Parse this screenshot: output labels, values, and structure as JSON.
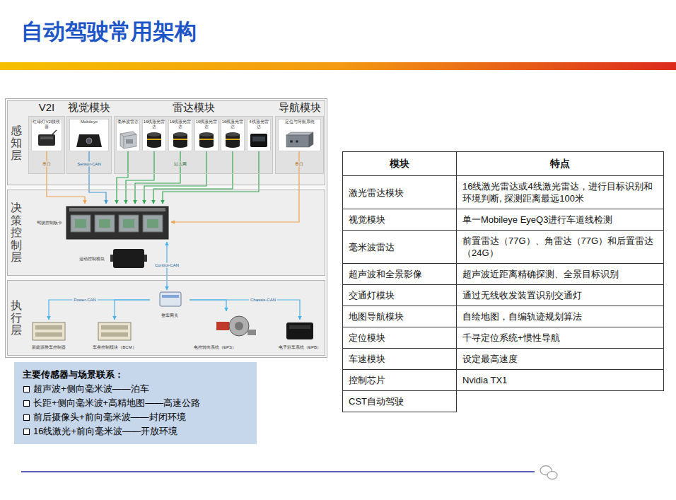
{
  "diagram": {
    "title": "自动驾驶常用架构",
    "nodes": [
      {
        "text": [
          "感知层"
        ]
      },
      {
        "text": [
          "V2I"
        ],
        "in": 0
      },
      {
        "text": [
          "红绿灯V2I接收器"
        ],
        "in": 1
      },
      {
        "text": [
          "视觉模块"
        ],
        "in": 0
      },
      {
        "text": [
          "Mobileye"
        ],
        "in": 3
      },
      {
        "text": [
          "雷达模块"
        ],
        "in": 0
      },
      {
        "text": [
          "毫米波雷达"
        ],
        "in": 5
      },
      {
        "text": [
          "16线激光雷达"
        ],
        "in": 5
      },
      {
        "text": [
          "16线激光雷达"
        ],
        "in": 5
      },
      {
        "text": [
          "16线激光雷达"
        ],
        "in": 5
      },
      {
        "text": [
          "16线激光雷达"
        ],
        "in": 5
      },
      {
        "text": [
          "4线激光雷达"
        ],
        "in": 5
      },
      {
        "text": [
          "导航模块"
        ],
        "in": 0
      },
      {
        "text": [
          "定位与导航系统"
        ],
        "in": 12
      },
      {
        "text": [
          "决策控制层"
        ]
      },
      {
        "text": [
          "驾驶控制板卡"
        ],
        "in": 14
      },
      {
        "text": [
          "运动控制模块"
        ],
        "in": 14
      },
      {
        "text": [
          "执行层"
        ]
      },
      {
        "text": [
          "整车网关"
        ],
        "in": 17
      },
      {
        "text": [
          "新能源整车控制器"
        ],
        "in": 17
      },
      {
        "text": [
          "车身控制模块（BCM）"
        ],
        "in": 17
      },
      {
        "text": [
          "电控转向系统（EPS）"
        ],
        "in": 17
      },
      {
        "text": [
          "电子驻车系统（EPB）"
        ],
        "in": 17
      },
      {
        "text": [
          "主要传感器与场景联系：",
          "超声波+侧向毫米波——泊车",
          "长距+侧向毫米波+高精地图——高速公路",
          "前后摄像头+前向毫米波——封闭环境",
          "16线激光+前向毫米波——开放环境"
        ]
      }
    ],
    "edges": [
      {
        "from": 2,
        "to": 15,
        "arrow": "to",
        "label": "串口"
      },
      {
        "from": 4,
        "to": 15,
        "arrow": "to",
        "label": "Sensor-CAN"
      },
      {
        "from": 6,
        "to": 15,
        "arrow": "to"
      },
      {
        "from": 7,
        "to": 15,
        "arrow": "to"
      },
      {
        "from": 8,
        "to": 15,
        "arrow": "to",
        "label": "以太网"
      },
      {
        "from": 9,
        "to": 15,
        "arrow": "to"
      },
      {
        "from": 10,
        "to": 15,
        "arrow": "to"
      },
      {
        "from": 11,
        "to": 15,
        "arrow": "to"
      },
      {
        "from": 13,
        "to": 15,
        "arrow": "to",
        "label": "串口"
      },
      {
        "from": 15,
        "to": 18,
        "arrow": "both",
        "label": "Control-CAN"
      },
      {
        "from": 18,
        "to": 19,
        "arrow": "to",
        "label": "Power-CAN"
      },
      {
        "from": 18,
        "to": 20,
        "arrow": "to"
      },
      {
        "from": 18,
        "to": 21,
        "arrow": "to",
        "label": "Chassis-CAN"
      },
      {
        "from": 18,
        "to": 22,
        "arrow": "to"
      }
    ],
    "labels": [
      "模块",
      "特点",
      "激光雷达模块",
      "16线激光雷达或4线激光雷达，进行目标识别和环境判断, 探测距离最远100米",
      "视觉模块",
      "单一Mobileye EyeQ3进行车道线检测",
      "毫米波雷达",
      "前置雷达（77G）、角雷达（77G）和后置雷达（24G）",
      "超声波和全景影像",
      "超声波近距离精确探测、全景目标识别",
      "交通灯模块",
      "通过无线收发装置识别交通灯",
      "地图导航模块",
      "自绘地图，自编轨迹规划算法",
      "定位模块",
      "千寻定位系统+惯性导航",
      "车速模块",
      "设定最高速度",
      "控制芯片",
      "Nvidia TX1",
      "CST自动驾驶"
    ]
  }
}
